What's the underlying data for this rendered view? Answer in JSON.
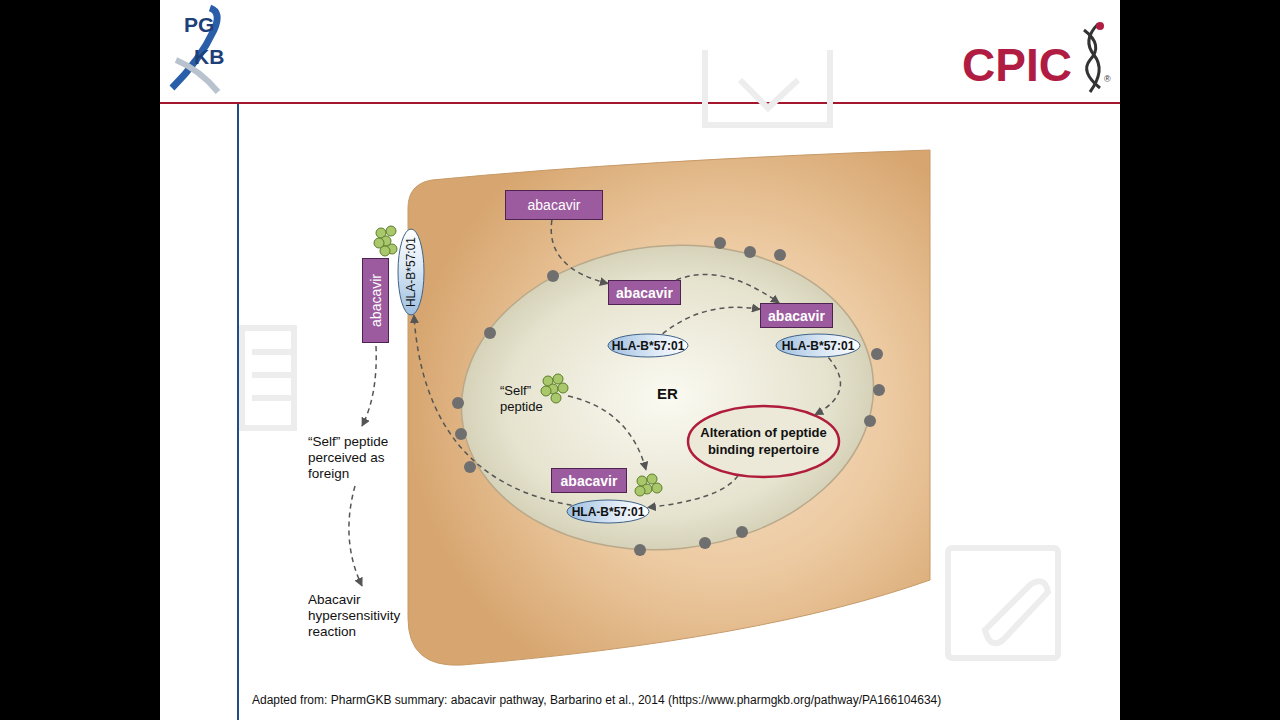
{
  "diagram": {
    "caption": "Adapted from: PharmGKB summary: abacavir pathway, Barbarino et al., 2014 (https://www.pharmgkb.org/pathway/PA166104634)",
    "nodes": [
      {
        "text": [
          "abacavir"
        ]
      },
      {
        "text": [
          "ER"
        ]
      },
      {
        "text": [
          "abacavir"
        ],
        "in": 1
      },
      {
        "text": [
          "HLA-B*57:01"
        ],
        "in": 1
      },
      {
        "text": [
          "abacavir"
        ],
        "in": 1
      },
      {
        "text": [
          "HLA-B*57:01"
        ],
        "in": 1
      },
      {
        "text": [
          "Alteration of peptide binding repertoire"
        ],
        "in": 1
      },
      {
        "text": [
          "abacavir"
        ],
        "in": 1
      },
      {
        "text": [
          "HLA-B*57:01"
        ],
        "in": 1
      },
      {
        "text": [
          "abacavir"
        ]
      },
      {
        "text": [
          "HLA-B*57:01"
        ]
      }
    ],
    "edges": [
      {
        "from": 0,
        "to": 2,
        "arrow": "to"
      },
      {
        "from": 2,
        "to": 4,
        "arrow": "to"
      },
      {
        "from": 3,
        "to": 4,
        "arrow": "to"
      },
      {
        "from": 5,
        "to": 6,
        "arrow": "to"
      },
      {
        "from": 6,
        "to": 8,
        "arrow": "to"
      },
      {
        "from": 8,
        "to": 10,
        "arrow": "to"
      }
    ],
    "labels": [
      "PG",
      "KB",
      "CPIC",
      "®",
      "“Self” peptide",
      "“Self” peptide perceived as foreign",
      "Abacavir hypersensitivity reaction"
    ]
  }
}
